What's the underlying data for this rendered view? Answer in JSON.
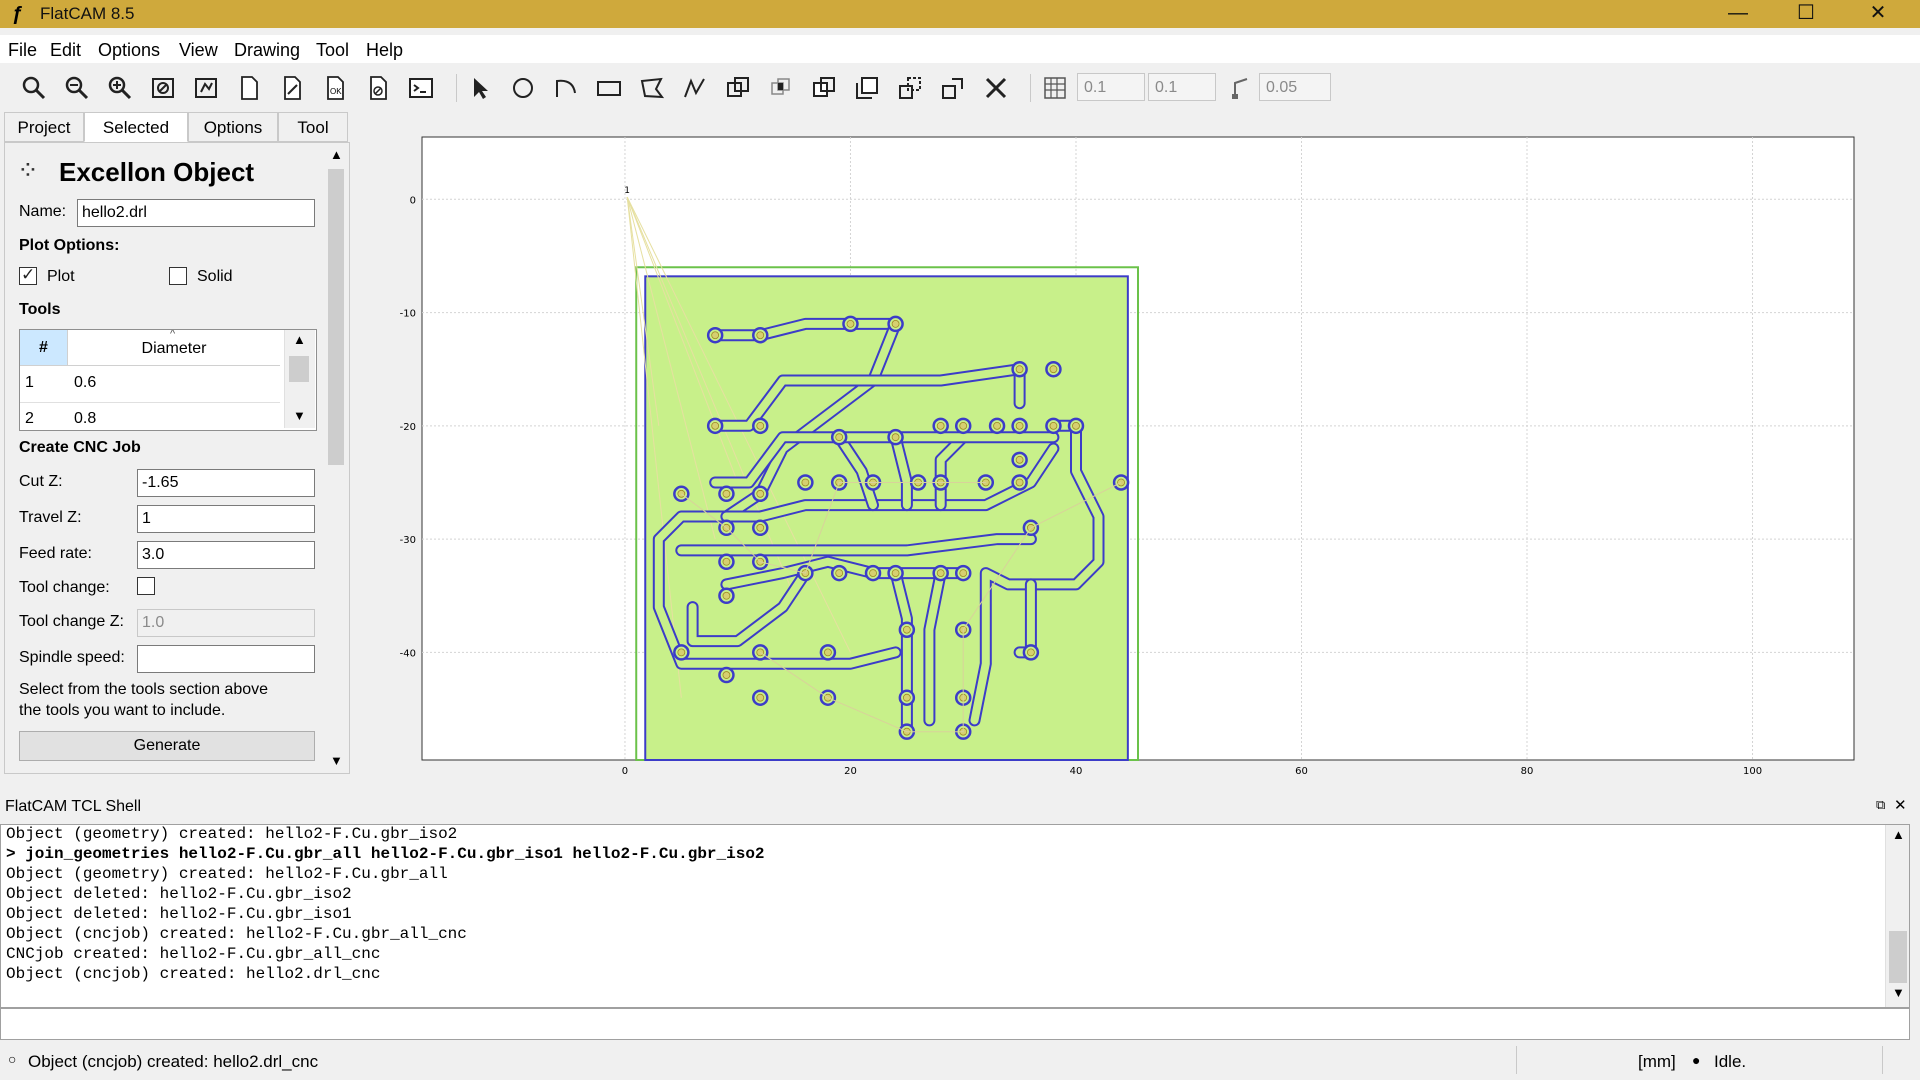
{
  "window": {
    "title": "FlatCAM 8.5"
  },
  "menu": [
    "File",
    "Edit",
    "Options",
    "View",
    "Drawing",
    "Tool",
    "Help"
  ],
  "toolbar": {
    "grid_x": "0.1",
    "grid_y": "0.1",
    "snap_max": "0.05"
  },
  "tabs": [
    "Project",
    "Selected",
    "Options",
    "Tool"
  ],
  "active_tab": "Selected",
  "panel": {
    "title": "Excellon Object",
    "name_label": "Name:",
    "name_value": "hello2.drl",
    "plot_options_label": "Plot Options:",
    "plot_label": "Plot",
    "plot_checked": true,
    "solid_label": "Solid",
    "solid_checked": false,
    "tools_label": "Tools",
    "tools_table": {
      "headers": [
        "#",
        "Diameter"
      ],
      "rows": [
        {
          "num": "1",
          "diameter": "0.6"
        },
        {
          "num": "2",
          "diameter": "0.8"
        }
      ]
    },
    "cnc_label": "Create CNC Job",
    "cut_z_label": "Cut Z:",
    "cut_z_value": "-1.65",
    "travel_z_label": "Travel Z:",
    "travel_z_value": "1",
    "feed_rate_label": "Feed rate:",
    "feed_rate_value": "3.0",
    "tool_change_label": "Tool change:",
    "tool_change_checked": false,
    "tool_change_z_label": "Tool change Z:",
    "tool_change_z_value": "1.0",
    "spindle_label": "Spindle speed:",
    "spindle_value": "",
    "hint_line1": "Select from the tools section above",
    "hint_line2": "the tools you want to include.",
    "generate_label": "Generate"
  },
  "plot": {
    "x_ticks": [
      "0",
      "20",
      "40",
      "60",
      "80",
      "100"
    ],
    "y_ticks": [
      "0",
      "-10",
      "-20",
      "-30",
      "-40"
    ],
    "x_range": [
      -18,
      109
    ],
    "y_range": [
      -49.5,
      5.5
    ],
    "board_color": "#c8f08a",
    "trace_color": "#3c3cc8",
    "outline_color": "#6bc24a",
    "origin_label": "1"
  },
  "shell": {
    "title": "FlatCAM TCL Shell",
    "lines": [
      {
        "text": "Object (geometry) created: hello2-F.Cu.gbr_iso2",
        "bold": false
      },
      {
        "text": "> join_geometries hello2-F.Cu.gbr_all hello2-F.Cu.gbr_iso1 hello2-F.Cu.gbr_iso2",
        "bold": true
      },
      {
        "text": "Object (geometry) created: hello2-F.Cu.gbr_all",
        "bold": false
      },
      {
        "text": "Object deleted: hello2-F.Cu.gbr_iso2",
        "bold": false
      },
      {
        "text": "Object deleted: hello2-F.Cu.gbr_iso1",
        "bold": false
      },
      {
        "text": "Object (cncjob) created: hello2-F.Cu.gbr_all_cnc",
        "bold": false
      },
      {
        "text": "CNCjob created: hello2-F.Cu.gbr_all_cnc",
        "bold": false
      },
      {
        "text": "Object (cncjob) created: hello2.drl_cnc",
        "bold": false
      }
    ]
  },
  "status": {
    "message": "Object (cncjob) created: hello2.drl_cnc",
    "units": "[mm]",
    "state": "Idle."
  }
}
